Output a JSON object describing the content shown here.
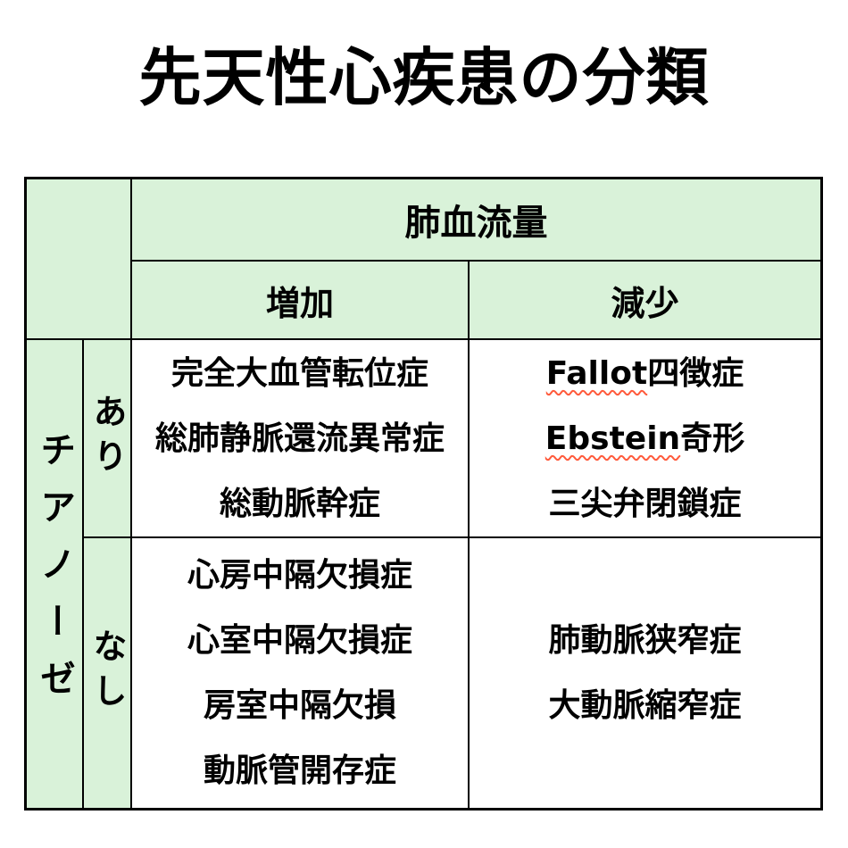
{
  "title": "先天性心疾患の分類",
  "table": {
    "col_header": {
      "pulmonary_blood_flow": "肺血流量",
      "increase": "増加",
      "decrease": "減少"
    },
    "row_header": {
      "cyanosis": "チアノーゼ",
      "present": "あり",
      "absent": "なし"
    },
    "cells": {
      "present_increase": {
        "line0": "完全大血管転位症",
        "line1": "総肺静脈還流異常症",
        "line2": "総動脈幹症"
      },
      "present_decrease": {
        "line0_en": "Fallot",
        "line0_ja": "四徴症",
        "line1_en": "Ebstein",
        "line1_ja": "奇形",
        "line2": "三尖弁閉鎖症"
      },
      "absent_increase": {
        "line0": "心房中隔欠損症",
        "line1": "心室中隔欠損症",
        "line2": "房室中隔欠損",
        "line3": "動脈管開存症"
      },
      "absent_decrease": {
        "line0": "肺動脈狭窄症",
        "line1": "大動脈縮窄症"
      }
    },
    "colors": {
      "header_bg": "#d9f2d9",
      "body_bg": "#ffffff",
      "border": "#000000",
      "spellcheck": "#ff5a3c"
    }
  }
}
